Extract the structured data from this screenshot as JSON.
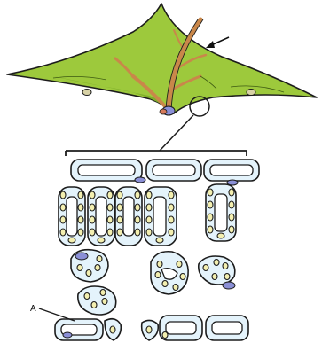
{
  "diagram": {
    "pointer_label": "A",
    "colors": {
      "leaf_fill": "#9dc93c",
      "leaf_shade": "#7fae2a",
      "vein": "#c9874a",
      "cell_fill": "#e4f3fb",
      "chloroplast": "#f3efb0",
      "stomata_dot": "#8a8fd6",
      "outline": "#1c1c1c"
    },
    "icons": [
      "leaf-illustration",
      "magnifier-circle",
      "leaf-cross-section-cells",
      "stomata-marker"
    ]
  }
}
